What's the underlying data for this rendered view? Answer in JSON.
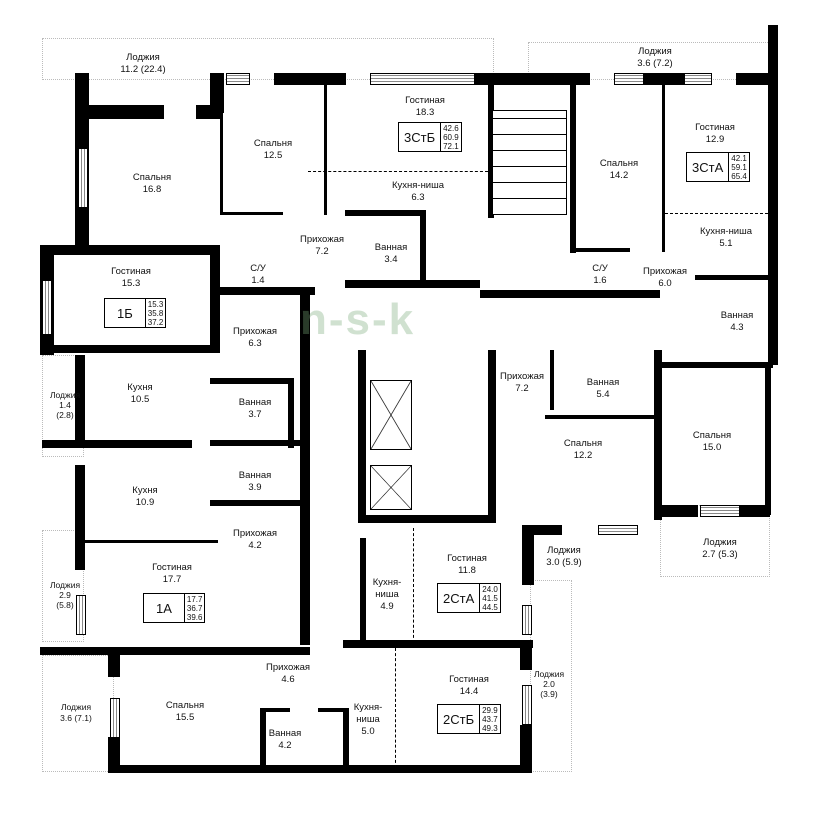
{
  "watermark": "n-s-k",
  "rooms": {
    "loggia_top_left": {
      "name": "Лоджия",
      "area": "11.2 (22.4)"
    },
    "bedroom_16_8": {
      "name": "Спальня",
      "area": "16.8"
    },
    "bedroom_12_5": {
      "name": "Спальня",
      "area": "12.5"
    },
    "living_18_3": {
      "name": "Гостиная",
      "area": "18.3"
    },
    "kitchen_6_3": {
      "name": "Кухня-ниша",
      "area": "6.3"
    },
    "hall_7_2_top": {
      "name": "Прихожая",
      "area": "7.2"
    },
    "bath_3_4": {
      "name": "Ванная",
      "area": "3.4"
    },
    "wc_1_4": {
      "name": "С/У",
      "area": "1.4"
    },
    "living_15_3": {
      "name": "Гостиная",
      "area": "15.3"
    },
    "hall_6_3": {
      "name": "Прихожая",
      "area": "6.3"
    },
    "loggia_1_4": {
      "name": "Лоджия",
      "area": "1.4",
      "area2": "(2.8)"
    },
    "kitchen_10_5": {
      "name": "Кухня",
      "area": "10.5"
    },
    "bath_3_7": {
      "name": "Ванная",
      "area": "3.7"
    },
    "kitchen_10_9": {
      "name": "Кухня",
      "area": "10.9"
    },
    "bath_3_9": {
      "name": "Ванная",
      "area": "3.9"
    },
    "hall_4_2": {
      "name": "Прихожая",
      "area": "4.2"
    },
    "living_17_7": {
      "name": "Гостиная",
      "area": "17.7"
    },
    "loggia_2_9": {
      "name": "Лоджия",
      "area": "2.9",
      "area2": "(5.8)"
    },
    "loggia_3_6_bl": {
      "name": "Лоджия",
      "area": "3.6 (7.1)"
    },
    "bedroom_15_5": {
      "name": "Спальня",
      "area": "15.5"
    },
    "hall_4_6": {
      "name": "Прихожая",
      "area": "4.6"
    },
    "bath_4_2": {
      "name": "Ванная",
      "area": "4.2"
    },
    "kitchen_5_0": {
      "name": "Кухня-",
      "name2": "ниша",
      "area": "5.0"
    },
    "kitchen_4_9": {
      "name": "Кухня-",
      "name2": "ниша",
      "area": "4.9"
    },
    "living_11_8": {
      "name": "Гостиная",
      "area": "11.8"
    },
    "living_14_4": {
      "name": "Гостиная",
      "area": "14.4"
    },
    "loggia_3_0": {
      "name": "Лоджия",
      "area": "3.0 (5.9)"
    },
    "loggia_2_0": {
      "name": "Лоджия",
      "area": "2.0",
      "area2": "(3.9)"
    },
    "loggia_3_6_tr": {
      "name": "Лоджия",
      "area": "3.6 (7.2)"
    },
    "bedroom_14_2": {
      "name": "Спальня",
      "area": "14.2"
    },
    "living_12_9": {
      "name": "Гостиная",
      "area": "12.9"
    },
    "kitchen_5_1": {
      "name": "Кухня-ниша",
      "area": "5.1"
    },
    "wc_1_6": {
      "name": "С/У",
      "area": "1.6"
    },
    "hall_6_0": {
      "name": "Прихожая",
      "area": "6.0"
    },
    "bath_4_3": {
      "name": "Ванная",
      "area": "4.3"
    },
    "hall_7_2_mid": {
      "name": "Прихожая",
      "area": "7.2"
    },
    "bath_5_4": {
      "name": "Ванная",
      "area": "5.4"
    },
    "bedroom_15_0": {
      "name": "Спальня",
      "area": "15.0"
    },
    "bedroom_12_2": {
      "name": "Спальня",
      "area": "12.2"
    },
    "loggia_2_7": {
      "name": "Лоджия",
      "area": "2.7 (5.3)"
    }
  },
  "apartments": [
    {
      "code": "3СтБ",
      "areas": [
        "42.6",
        "60.9",
        "72.1"
      ]
    },
    {
      "code": "3СтА",
      "areas": [
        "42.1",
        "59.1",
        "65.4"
      ]
    },
    {
      "code": "1Б",
      "areas": [
        "15.3",
        "35.8",
        "37.2"
      ]
    },
    {
      "code": "1А",
      "areas": [
        "17.7",
        "36.7",
        "39.6"
      ]
    },
    {
      "code": "2СтА",
      "areas": [
        "24.0",
        "41.5",
        "44.5"
      ]
    },
    {
      "code": "2СтБ",
      "areas": [
        "29.9",
        "43.7",
        "49.3"
      ]
    }
  ]
}
